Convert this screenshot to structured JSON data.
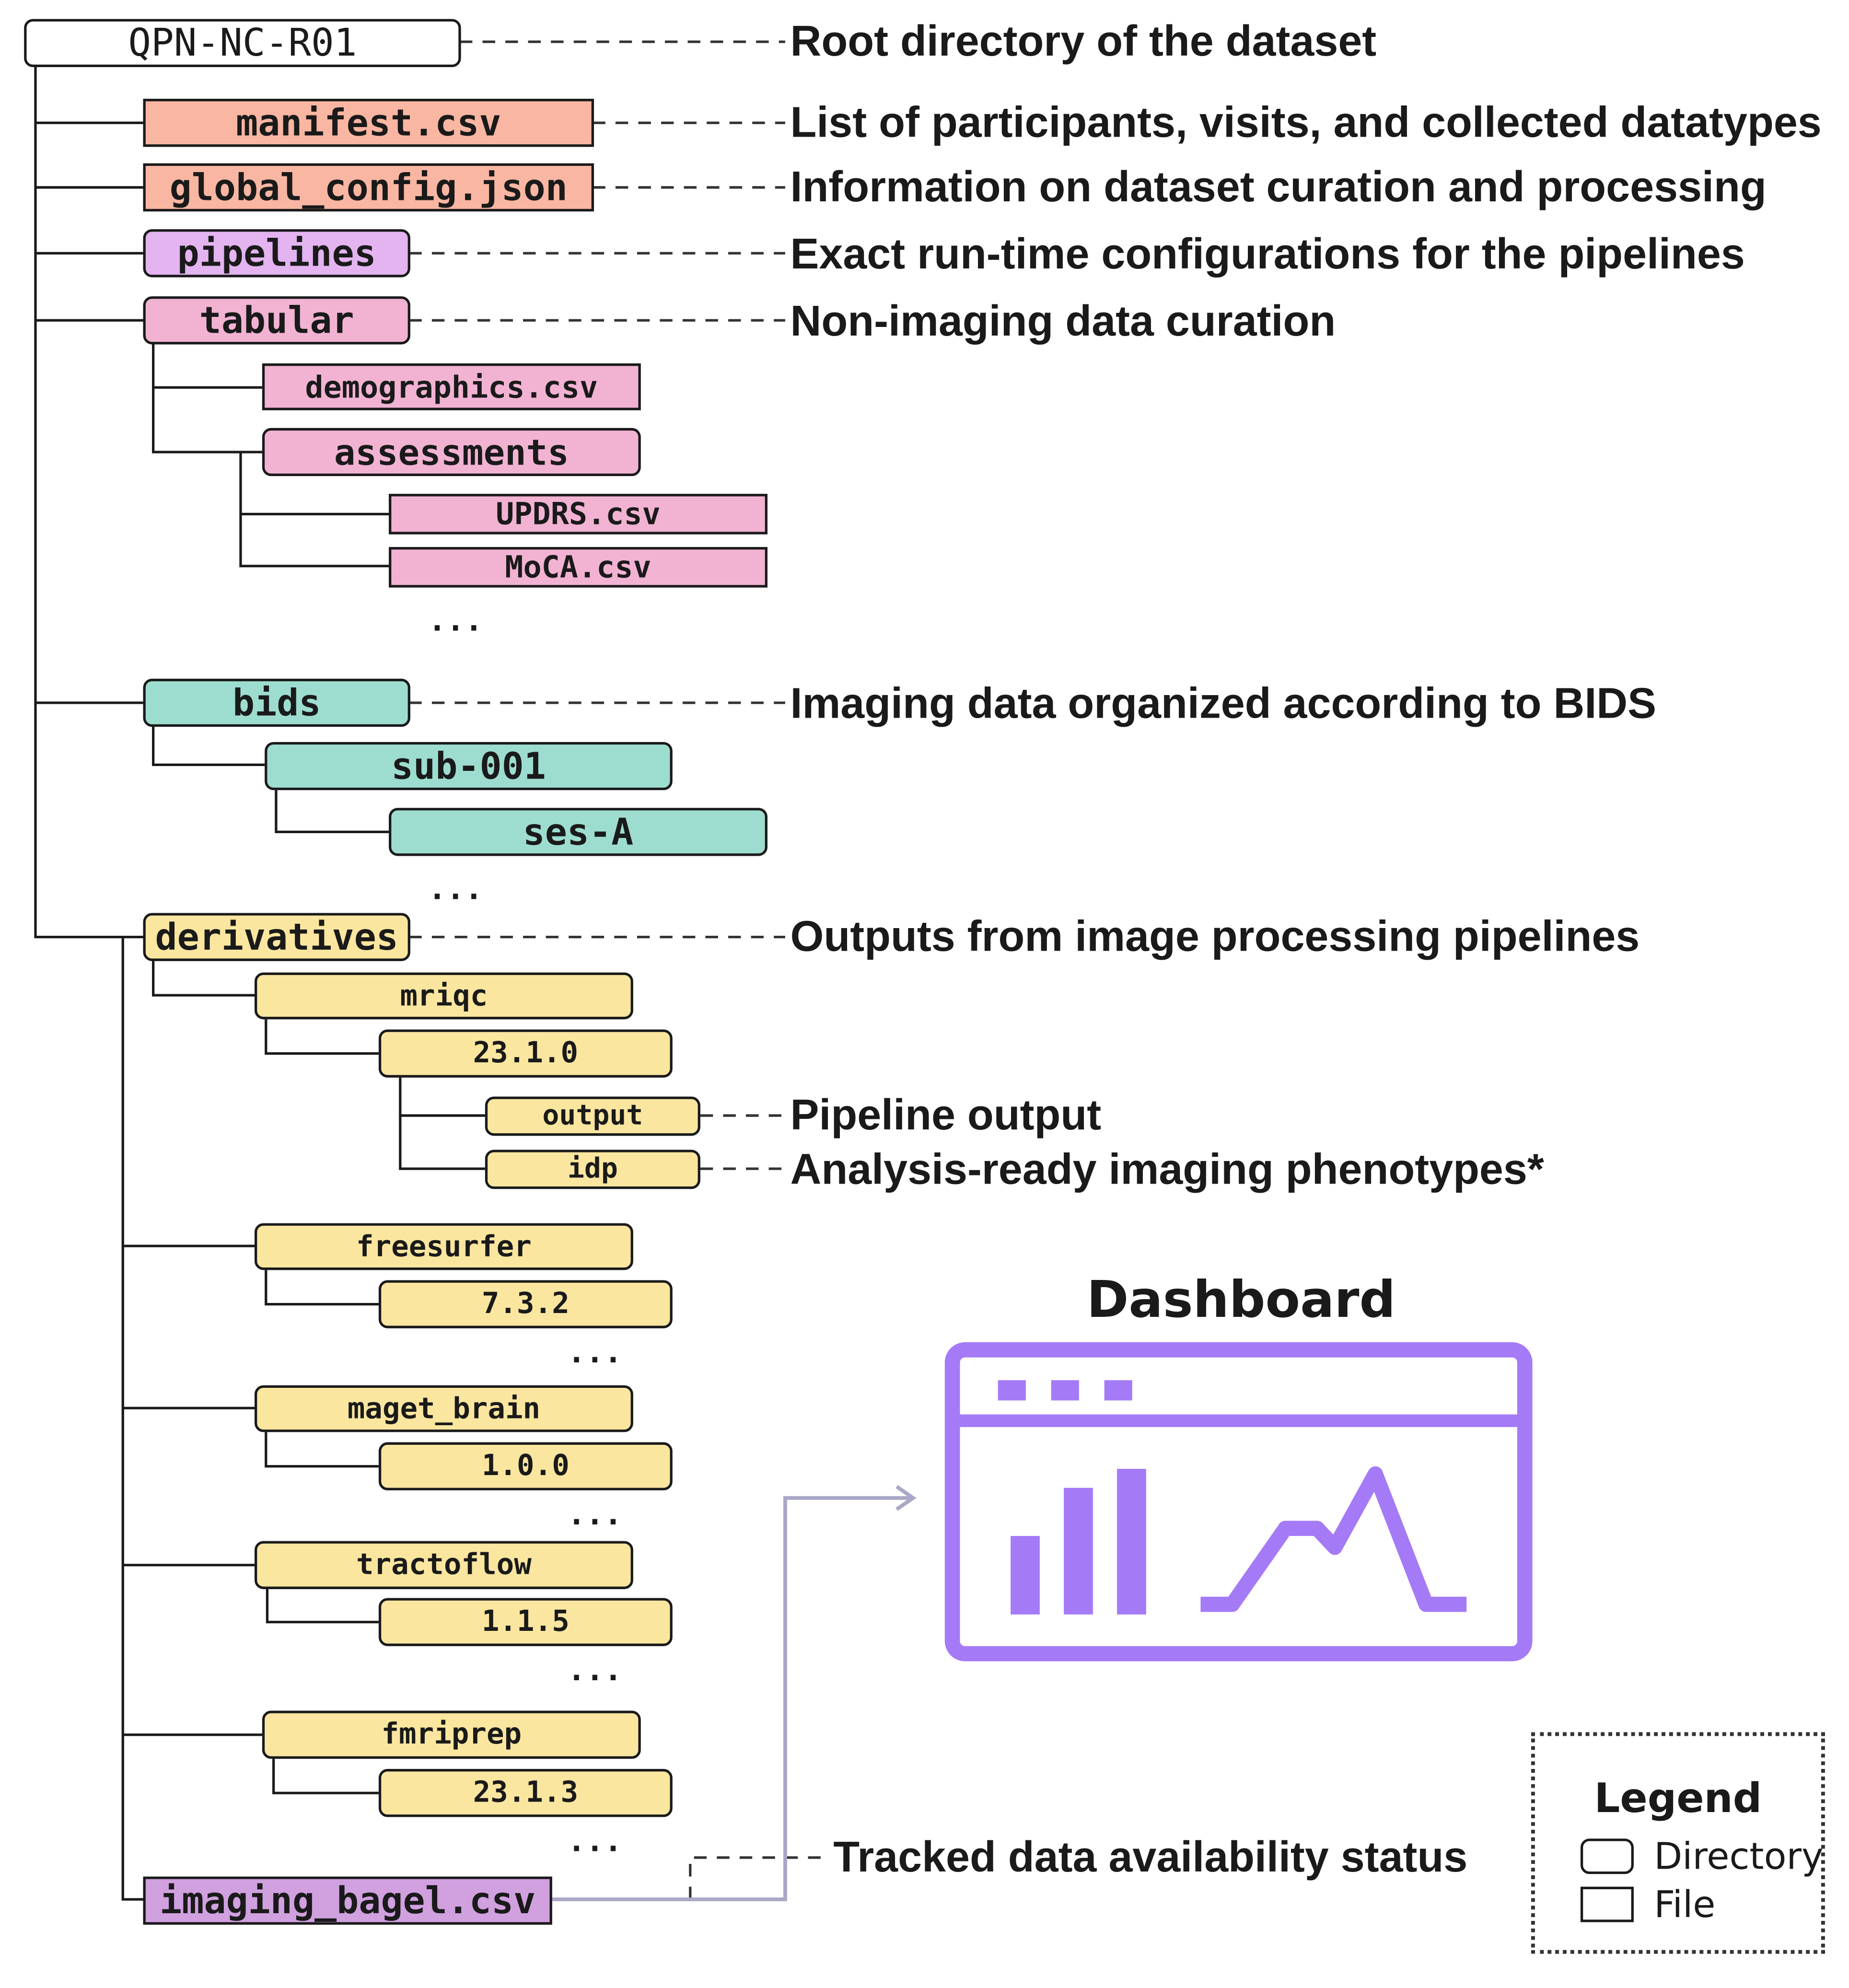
{
  "colors": {
    "root": "#ffffff",
    "manifest": "#f9b6a2",
    "pipelines": "#e3b4f0",
    "tabular": "#f2b3d3",
    "bids": "#9dddd0",
    "derivatives": "#fbe6a0",
    "imaging_bagel": "#d0a0df",
    "dashboard": "#a57af7",
    "connector": "#a9a8c7"
  },
  "tree": {
    "root": "QPN-NC-R01",
    "manifest": "manifest.csv",
    "global_config": "global_config.json",
    "pipelines": "pipelines",
    "tabular": "tabular",
    "demographics": "demographics.csv",
    "assessments": "assessments",
    "updrs": "UPDRS.csv",
    "moca": "MoCA.csv",
    "bids": "bids",
    "sub": "sub-001",
    "ses": "ses-A",
    "derivatives": "derivatives",
    "mriqc": "mriqc",
    "mriqc_version": "23.1.0",
    "output": "output",
    "idp": "idp",
    "freesurfer": "freesurfer",
    "freesurfer_version": "7.3.2",
    "maget_brain": "maget_brain",
    "maget_version": "1.0.0",
    "tractoflow": "tractoflow",
    "tractoflow_version": "1.1.5",
    "fmriprep": "fmriprep",
    "fmriprep_version": "23.1.3",
    "imaging_bagel": "imaging_bagel.csv",
    "ellipsis": "..."
  },
  "descriptions": {
    "root": "Root directory of the dataset",
    "manifest": "List of participants, visits, and collected datatypes",
    "global_config": "Information on dataset curation and processing",
    "pipelines": "Exact run-time configurations for the pipelines",
    "tabular": "Non-imaging data curation",
    "bids": "Imaging data organized according to BIDS",
    "derivatives": "Outputs from image processing pipelines",
    "output": "Pipeline output",
    "idp": "Analysis-ready imaging phenotypes*",
    "imaging_bagel": "Tracked data availability status"
  },
  "dashboard": {
    "title": "Dashboard"
  },
  "legend": {
    "title": "Legend",
    "directory": "Directory",
    "file": "File"
  }
}
